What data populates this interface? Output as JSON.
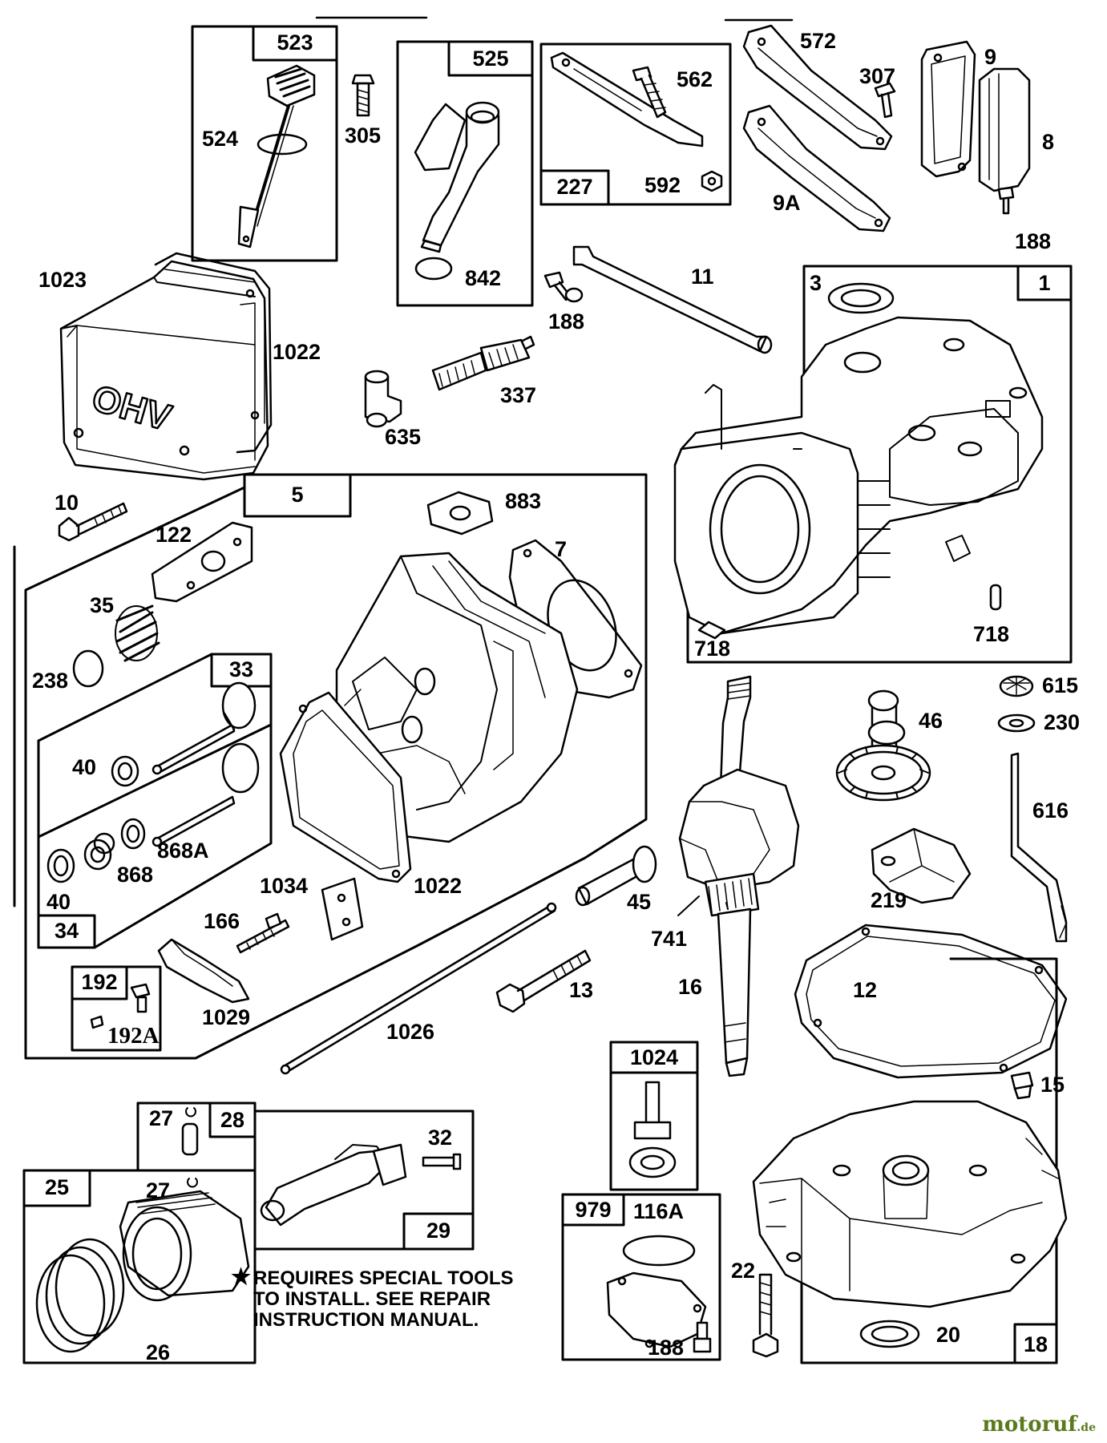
{
  "labels": {
    "p523": "523",
    "p524": "524",
    "p305": "305",
    "p525": "525",
    "p842": "842",
    "p562": "562",
    "p227": "227",
    "p592": "592",
    "p572": "572",
    "p307": "307",
    "p9": "9",
    "p8": "8",
    "p9A": "9A",
    "p188a": "188",
    "p1023": "1023",
    "p1022a": "1022",
    "p188b": "188",
    "p11": "11",
    "p337": "337",
    "p635": "635",
    "p3": "3",
    "p1": "1",
    "p718a": "718",
    "p718b": "718",
    "p10": "10",
    "p5": "5",
    "p883": "883",
    "p7": "7",
    "p122": "122",
    "p35": "35",
    "p238": "238",
    "p33": "33",
    "p40a": "40",
    "p868A": "868A",
    "p868": "868",
    "p40b": "40",
    "p34": "34",
    "p1022b": "1022",
    "p1034": "1034",
    "p166": "166",
    "p45": "45",
    "p192": "192",
    "p192A": "192A",
    "p1029": "1029",
    "p13": "13",
    "p1026": "1026",
    "p615": "615",
    "p230": "230",
    "p46": "46",
    "p616": "616",
    "p219": "219",
    "p741": "741",
    "p16": "16",
    "p12": "12",
    "p15": "15",
    "p1024": "1024",
    "p27a": "27",
    "p28": "28",
    "p32": "32",
    "p25": "25",
    "p27b": "27",
    "p29": "29",
    "p26": "26",
    "p979": "979",
    "p116A": "116A",
    "p188c": "188",
    "p22": "22",
    "p20": "20",
    "p18": "18"
  },
  "note": {
    "star": "★",
    "line1": "REQUIRES SPECIAL TOOLS",
    "line2": "TO INSTALL.  SEE REPAIR",
    "line3": "INSTRUCTION MANUAL."
  },
  "cover_text": "OHV",
  "watermark": {
    "name": "motoruf",
    "tld": ".de"
  }
}
